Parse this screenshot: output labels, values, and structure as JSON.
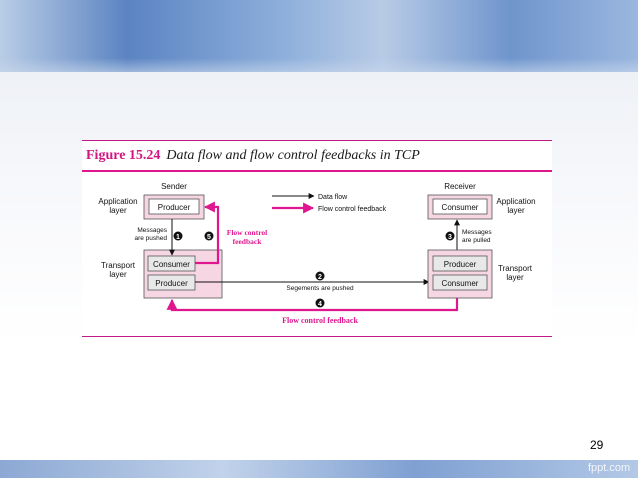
{
  "figure": {
    "number": "Figure 15.24",
    "caption": "Data flow and flow control feedbacks in TCP"
  },
  "diagram": {
    "sender_label": "Sender",
    "receiver_label": "Receiver",
    "left_app_layer": [
      "Application",
      "layer"
    ],
    "right_app_layer": [
      "Application",
      "layer"
    ],
    "left_transport_layer": [
      "Transport",
      "layer"
    ],
    "right_transport_layer": [
      "Transport",
      "layer"
    ],
    "sender_producer": "Producer",
    "sender_consumer": "Consumer",
    "sender_producer2": "Producer",
    "receiver_consumer": "Consumer",
    "receiver_producer": "Producer",
    "receiver_consumer2": "Consumer",
    "legend_data_flow": "Data flow",
    "legend_feedback": "Flow control feedback",
    "messages_pushed": [
      "Messages",
      "are pushed"
    ],
    "messages_pulled": [
      "Messages",
      "are pulled"
    ],
    "flow_control_feedback_side": [
      "Flow control",
      "feedback"
    ],
    "segments_pushed": "Segements are pushed",
    "flow_control_feedback_bottom": "Flow control feedback",
    "step1": "1",
    "step2": "2",
    "step3": "3",
    "step4": "4",
    "step5": "5"
  },
  "colors": {
    "feedback": "#e0168f",
    "box_fill": "#f6d6e2",
    "inner_box_fill": "#e8e8e8"
  },
  "slide": {
    "page_number": "29",
    "brand": "fppt.com"
  }
}
